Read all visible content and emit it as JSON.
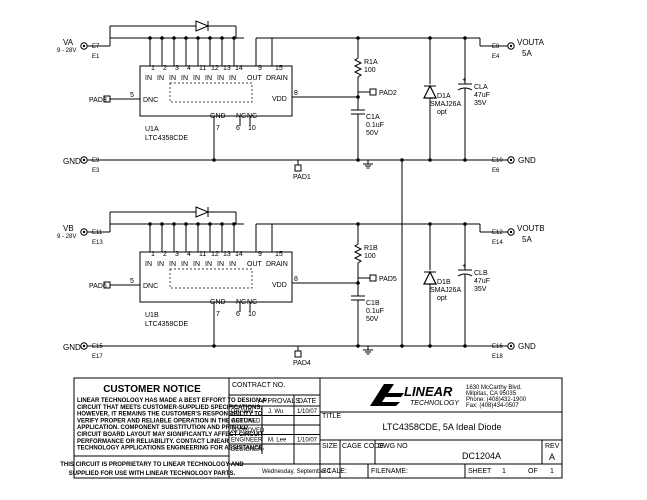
{
  "channels": [
    {
      "in_label": "VA",
      "in_range": "9 - 28V",
      "in_e1": "E7",
      "in_e2": "E1",
      "gnd_label": "GND",
      "gnd_e1": "E9",
      "gnd_e2": "E3",
      "out_label": "VOUTA",
      "out_current": "5A",
      "out_e1": "E8",
      "out_e2": "E4",
      "ogd_label": "GND",
      "ogd_e1": "E10",
      "ogd_e2": "E6",
      "ic_ref": "U1A",
      "ic_part": "LTC4358CDE",
      "pins_top": [
        "1",
        "2",
        "3",
        "4",
        "11",
        "12",
        "13",
        "14"
      ],
      "pin_out": "9",
      "pin_drain": "15",
      "pin_dnc": "5",
      "pin_vdd": "8",
      "pin_gnd": "7",
      "pin_nc1": "6",
      "pin_nc2": "10",
      "lbl_in": "IN",
      "lbl_out": "OUT",
      "lbl_drain": "DRAIN",
      "lbl_dnc": "DNC",
      "lbl_vdd": "VDD",
      "lbl_gnd": "GND",
      "lbl_nc": "NC",
      "pad_dnc": "PAD3",
      "pad_vdd": "PAD2",
      "pad_gnd": "PAD1",
      "r_ref": "R1A",
      "r_val": "100",
      "c_ref": "C1A",
      "c_val": "0.1uF",
      "c_volt": "50V",
      "d_ref": "D1A",
      "d_part": "SMAJ26A",
      "d_note": "opt",
      "cl_ref": "CLA",
      "cl_val": "47uF",
      "cl_volt": "35V",
      "cl_plus": "+"
    },
    {
      "in_label": "VB",
      "in_range": "9 - 28V",
      "in_e1": "E11",
      "in_e2": "E13",
      "gnd_label": "GND",
      "gnd_e1": "E15",
      "gnd_e2": "E17",
      "out_label": "VOUTB",
      "out_current": "5A",
      "out_e1": "E12",
      "out_e2": "E14",
      "ogd_label": "GND",
      "ogd_e1": "E16",
      "ogd_e2": "E18",
      "ic_ref": "U1B",
      "ic_part": "LTC4358CDE",
      "pins_top": [
        "1",
        "2",
        "3",
        "4",
        "11",
        "12",
        "13",
        "14"
      ],
      "pin_out": "9",
      "pin_drain": "15",
      "pin_dnc": "5",
      "pin_vdd": "8",
      "pin_gnd": "7",
      "pin_nc1": "6",
      "pin_nc2": "10",
      "lbl_in": "IN",
      "lbl_out": "OUT",
      "lbl_drain": "DRAIN",
      "lbl_dnc": "DNC",
      "lbl_vdd": "VDD",
      "lbl_gnd": "GND",
      "lbl_nc": "NC",
      "pad_dnc": "PAD6",
      "pad_vdd": "PAD5",
      "pad_gnd": "PAD4",
      "r_ref": "R1B",
      "r_val": "100",
      "c_ref": "C1B",
      "c_val": "0.1uF",
      "c_volt": "50V",
      "d_ref": "D1B",
      "d_part": "SMAJ26A",
      "d_note": "opt",
      "cl_ref": "CLB",
      "cl_val": "47uF",
      "cl_volt": "35V",
      "cl_plus": "+"
    }
  ],
  "notice": {
    "title": "CUSTOMER NOTICE",
    "lines": [
      "LINEAR TECHNOLOGY HAS MADE A BEST EFFORT TO DESIGN A",
      "CIRCUIT THAT MEETS CUSTOMER-SUPPLIED SPECIFICATIONS;",
      "HOWEVER, IT REMAINS THE CUSTOMER'S RESPONSIBILITY TO",
      "VERIFY PROPER AND RELIABLE OPERATION IN THE ACTUAL",
      "APPLICATION. COMPONENT SUBSTITUTION AND PRINTED",
      "CIRCUIT BOARD LAYOUT MAY SIGNIFICANTLY AFFECT CIRCUIT",
      "PERFORMANCE OR RELIABILITY. CONTACT LINEAR",
      "TECHNOLOGY APPLICATIONS ENGINEERING FOR ASSISTANCE."
    ],
    "footer": [
      "THIS CIRCUIT IS PROPRIETARY TO LINEAR TECHNOLOGY AND",
      "SUPPLIED FOR USE WITH LINEAR TECHNOLOGY PARTS."
    ]
  },
  "titleblock": {
    "contract_no": "CONTRACT NO.",
    "approvals": "APPROVALS",
    "date_hdr": "DATE",
    "rows": [
      {
        "role": "DRAWN",
        "name": "J. Wu",
        "date": "1/10/07"
      },
      {
        "role": "CHECKED",
        "name": "",
        "date": ""
      },
      {
        "role": "APPROVED",
        "name": "",
        "date": ""
      },
      {
        "role": "ENGINEER",
        "name": "M. Lee",
        "date": "1/10/07"
      },
      {
        "role": "DESIGNER",
        "name": "",
        "date": ""
      }
    ],
    "logo": "LINEAR",
    "logo_sub": "TECHNOLOGY",
    "address": [
      "1630 McCarthy Blvd.",
      "Milpitas, CA 95035",
      "Phone: (408)432-1900",
      "Fax: (408)434-0507"
    ],
    "title_label": "TITLE",
    "title": "LTC4358CDE, 5A Ideal Diode",
    "size_label": "SIZE",
    "cage_label": "CAGE CODE",
    "dwg_label": "DWG NO",
    "dwg_no": "DC1204A",
    "rev_label": "REV",
    "rev": "A",
    "date_text": "Wednesday, September 1",
    "scale_label": "SCALE:",
    "filename_label": "FILENAME:",
    "sheet_label": "SHEET",
    "sheet": "1",
    "of_label": "OF",
    "sheets": "1"
  }
}
